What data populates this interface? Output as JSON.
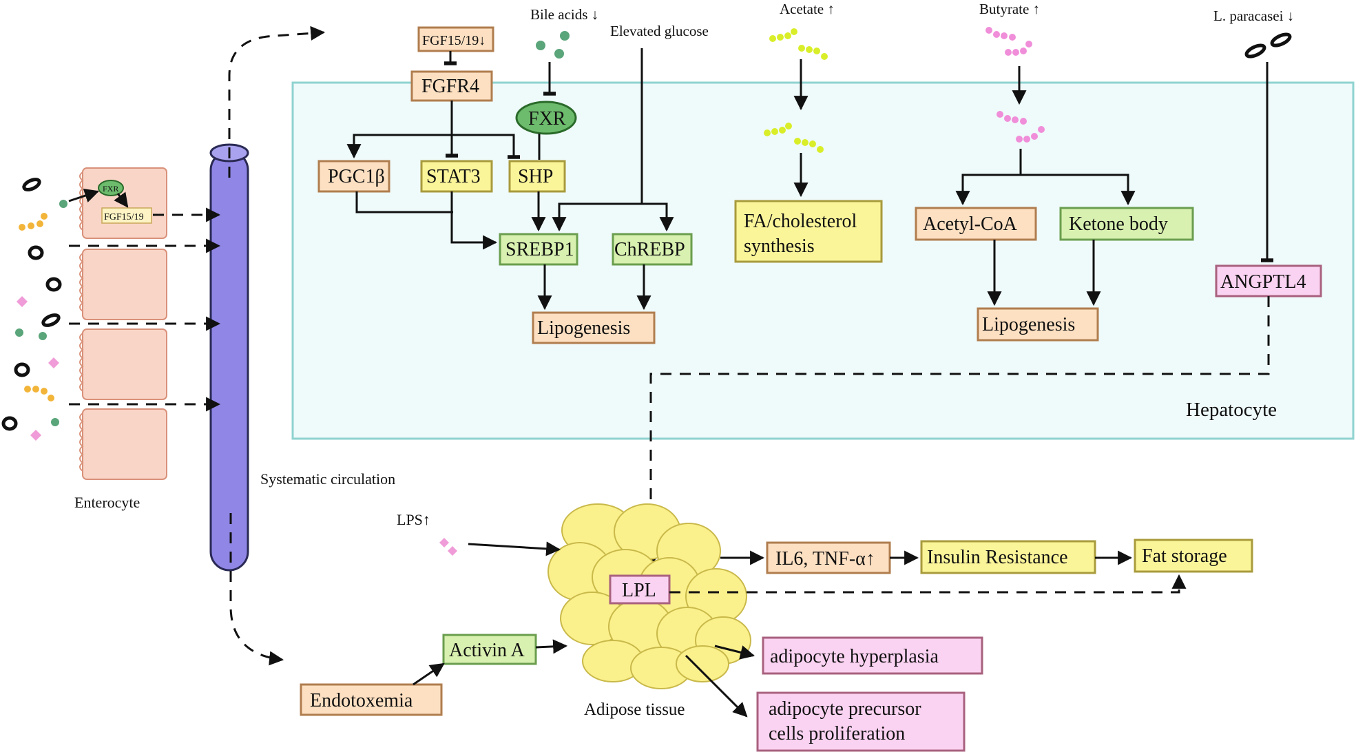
{
  "labels": {
    "bile_acids": "Bile acids ↓",
    "elevated_glucose": "Elevated glucose",
    "acetate": "Acetate ↑",
    "butyrate": "Butyrate ↑",
    "l_paracasei": "L. paracasei ↓",
    "hepatocyte": "Hepatocyte",
    "enterocyte": "Enterocyte",
    "systematic_circulation": "Systematic circulation",
    "lps": "LPS↑",
    "adipose_tissue": "Adipose tissue",
    "enterocyte_fxr": "FXR",
    "enterocyte_fgf": "FGF15/19"
  },
  "boxes": {
    "fgf15_19": "FGF15/19↓",
    "fgfr4": "FGFR4",
    "fxr": "FXR",
    "pgc1b": "PGC1β",
    "stat3": "STAT3",
    "shp": "SHP",
    "srebp1": "SREBP1",
    "chrebp": "ChREBP",
    "lipogenesis_1": "Lipogenesis",
    "fa_chol_1": "FA/cholesterol",
    "fa_chol_2": "synthesis",
    "acetyl_coa": "Acetyl-CoA",
    "ketone_body": "Ketone body",
    "lipogenesis_2": "Lipogenesis",
    "angptl4": "ANGPTL4",
    "il6_tnf": "IL6, TNF-α↑",
    "insulin_resistance": "Insulin Resistance",
    "fat_storage": "Fat storage",
    "lpl": "LPL",
    "activin_a": "Activin A",
    "endotoxemia": "Endotoxemia",
    "adipocyte_hyperplasia": "adipocyte hyperplasia",
    "precursor_1": "adipocyte precursor",
    "precursor_2": "cells proliferation"
  },
  "colors": {
    "hepatocyte_border": "#8fd3d0",
    "hepatocyte_fill": "#effafb",
    "circulation": "#8f86e6",
    "enterocyte": "#f9d5c7",
    "enterocyte_border": "#d9917a",
    "adipose": "#faf08c",
    "bacteria": "#111111",
    "bile_dot": "#5aa57a",
    "acetate_dot": "#d9ee28",
    "butyrate_dot": "#f08ed9",
    "lps_diamond": "#f09cd8",
    "yellow_dot": "#f2b53a"
  }
}
